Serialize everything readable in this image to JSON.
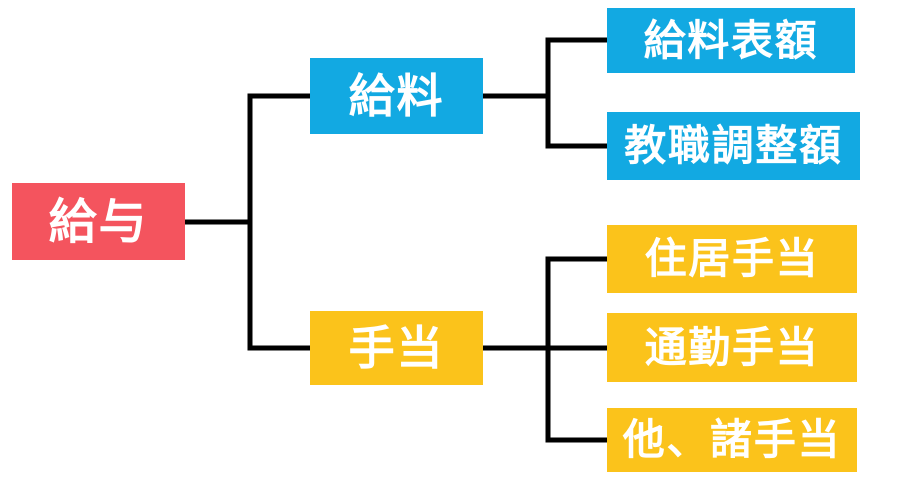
{
  "colors": {
    "red": "#F4545E",
    "blue": "#12A9E2",
    "yellow": "#FBC31B",
    "line": "#000000",
    "text": "#FFFFFF",
    "background": "#FFFFFF"
  },
  "nodes": {
    "root": {
      "label": "給与",
      "color": "red"
    },
    "salary": {
      "label": "給料",
      "color": "blue"
    },
    "allowance": {
      "label": "手当",
      "color": "yellow"
    },
    "salary_table": {
      "label": "給料表額",
      "color": "blue"
    },
    "teach_adjustment": {
      "label": "教職調整額",
      "color": "blue"
    },
    "housing": {
      "label": "住居手当",
      "color": "yellow"
    },
    "commuting": {
      "label": "通勤手当",
      "color": "yellow"
    },
    "other": {
      "label": "他、諸手当",
      "color": "yellow"
    }
  },
  "edges": [
    {
      "from": "給与",
      "to": "給料"
    },
    {
      "from": "給与",
      "to": "手当"
    },
    {
      "from": "給料",
      "to": "給料表額"
    },
    {
      "from": "給料",
      "to": "教職調整額"
    },
    {
      "from": "手当",
      "to": "住居手当"
    },
    {
      "from": "手当",
      "to": "通勤手当"
    },
    {
      "from": "手当",
      "to": "他、諸手当"
    }
  ]
}
